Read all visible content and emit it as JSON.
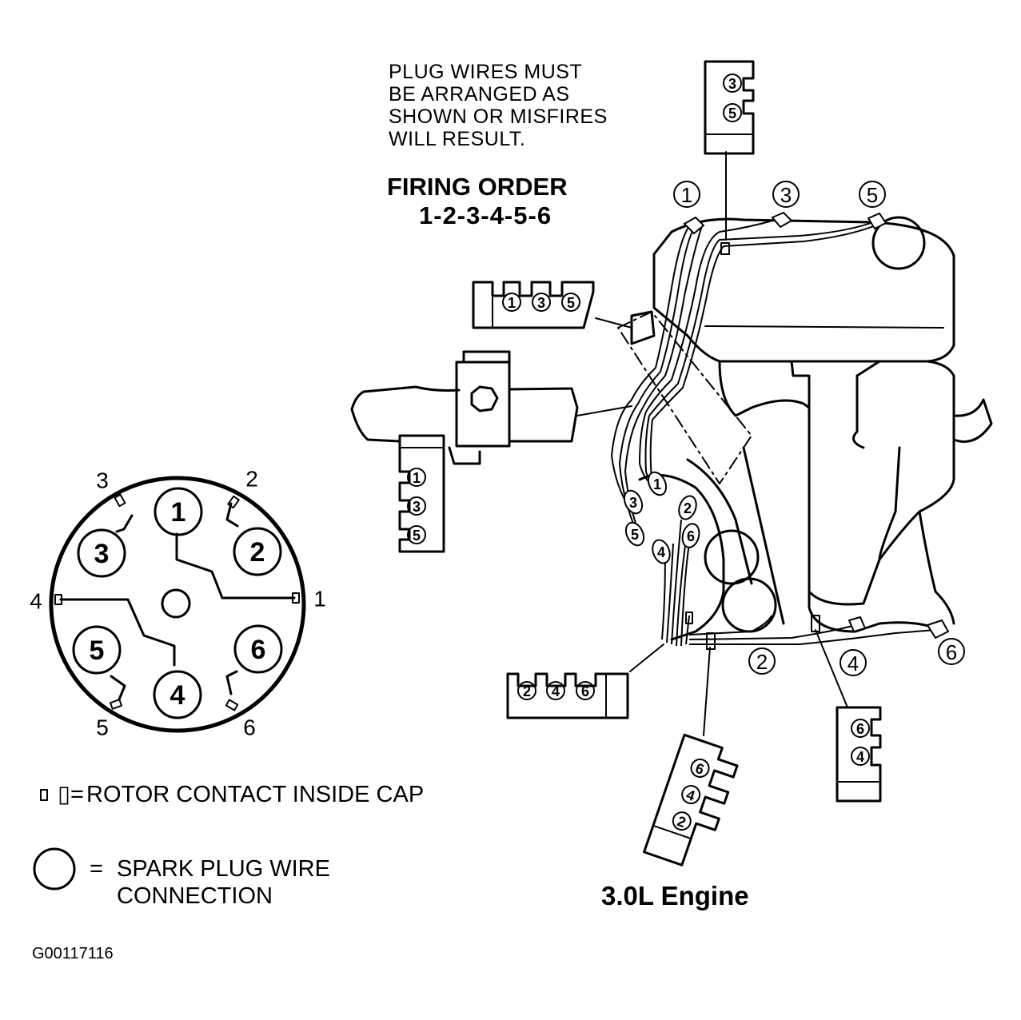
{
  "note": "PLUG WIRES MUST\nBE ARRANGED AS\nSHOWN OR MISFIRES\nWILL RESULT.",
  "firing_order": {
    "title": "FIRING ORDER",
    "sequence": "1-2-3-4-5-6"
  },
  "distributor_cap": {
    "tower_labels": [
      "1",
      "2",
      "3",
      "4",
      "5",
      "6"
    ],
    "terminal_labels": [
      "1",
      "2",
      "3",
      "4",
      "5",
      "6"
    ]
  },
  "legend": {
    "rotor_symbol": "▯=",
    "rotor_contact": "ROTOR CONTACT INSIDE CAP",
    "spark_symbol": "=",
    "spark_plug_wire": "SPARK PLUG WIRE\nCONNECTION"
  },
  "engine": {
    "label": "3.0L Engine",
    "cylinder_callouts": [
      "1",
      "3",
      "5",
      "2",
      "4",
      "6"
    ],
    "separators": {
      "top_right": [
        "3",
        "5"
      ],
      "middle_horizontal": [
        "1",
        "3",
        "5"
      ],
      "bracket_vertical": [
        "1",
        "3",
        "5"
      ],
      "bottom_horizontal": [
        "2",
        "4",
        "6"
      ],
      "bottom_angled": [
        "6",
        "4",
        "2"
      ],
      "bottom_right": [
        "6",
        "4"
      ]
    },
    "wire_tags": [
      "1",
      "3",
      "5",
      "2",
      "6",
      "4"
    ]
  },
  "figure_id": "G00117116"
}
